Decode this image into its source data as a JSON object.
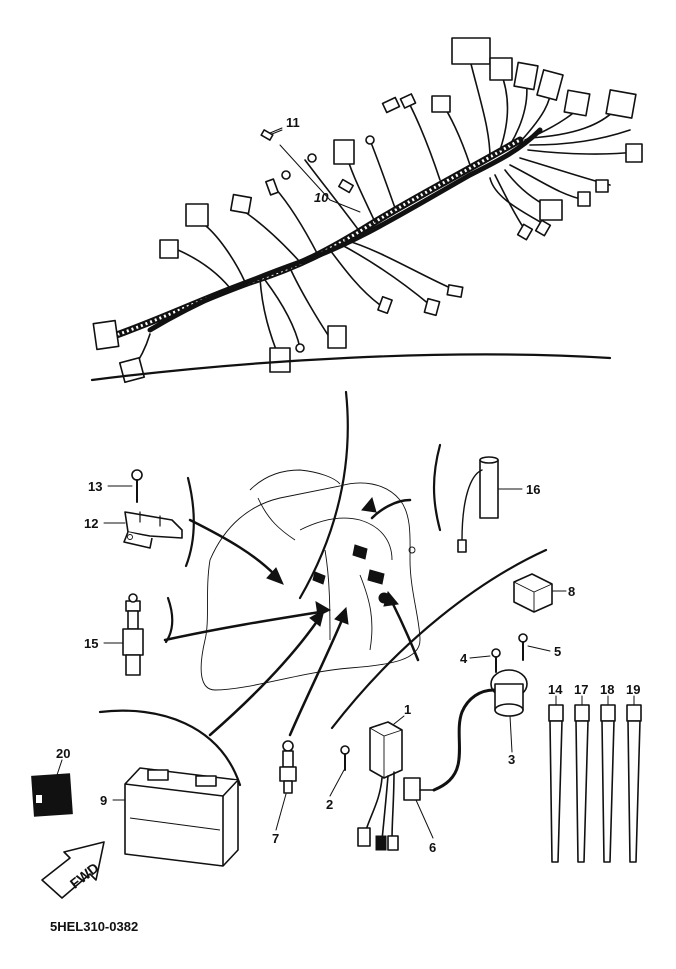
{
  "diagram": {
    "drawing_code": "5HEL310-0382",
    "direction_label": "FWD",
    "ink_color": "#111111",
    "background_color": "#ffffff"
  },
  "callouts": [
    {
      "id": "c1",
      "label": "1",
      "part": "ignitor unit"
    },
    {
      "id": "c2",
      "label": "2",
      "part": "bolt"
    },
    {
      "id": "c3",
      "label": "3",
      "part": "ignition coil"
    },
    {
      "id": "c4",
      "label": "4",
      "part": "screw"
    },
    {
      "id": "c5",
      "label": "5",
      "part": "screw"
    },
    {
      "id": "c6",
      "label": "6",
      "part": "spark plug cap"
    },
    {
      "id": "c7",
      "label": "7",
      "part": "neutral switch"
    },
    {
      "id": "c8",
      "label": "8",
      "part": "relay"
    },
    {
      "id": "c9",
      "label": "9",
      "part": "battery"
    },
    {
      "id": "c10",
      "label": "10",
      "part": "wire harness"
    },
    {
      "id": "c11",
      "label": "11",
      "part": "fuse"
    },
    {
      "id": "c12",
      "label": "12",
      "part": "fuse holder bracket"
    },
    {
      "id": "c13",
      "label": "13",
      "part": "bolt"
    },
    {
      "id": "c14",
      "label": "14",
      "part": "cable band"
    },
    {
      "id": "c15",
      "label": "15",
      "part": "switch"
    },
    {
      "id": "c16",
      "label": "16",
      "part": "throttle grip"
    },
    {
      "id": "c17",
      "label": "17",
      "part": "cable band"
    },
    {
      "id": "c18",
      "label": "18",
      "part": "cable band"
    },
    {
      "id": "c19",
      "label": "19",
      "part": "cable band"
    },
    {
      "id": "c20",
      "label": "20",
      "part": "label"
    }
  ]
}
